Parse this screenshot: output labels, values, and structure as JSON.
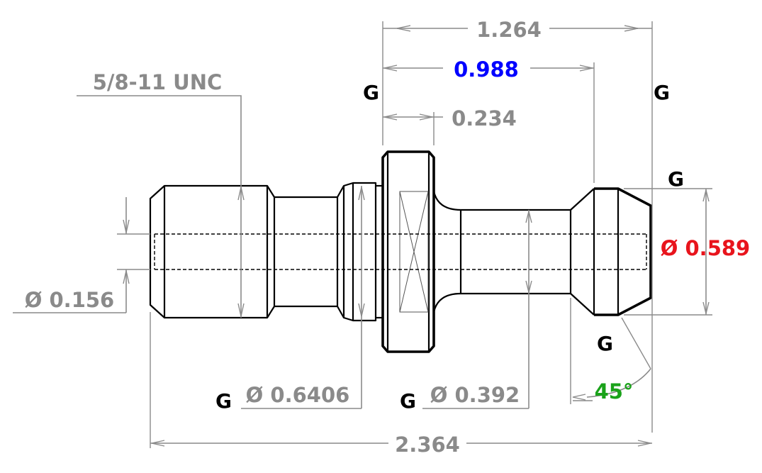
{
  "dimensions": {
    "overall_length": "2.364",
    "flange_to_end": "1.264",
    "flange_to_neck": "0.988",
    "flange_thickness": "0.234",
    "thread": "5/8-11 UNC",
    "bore_dia": "Ø 0.156",
    "collar_dia": "Ø 0.6406",
    "shank_dia": "Ø 0.392",
    "head_dia": "Ø 0.589",
    "chamfer_angle": "45°"
  },
  "grind_symbol": "G",
  "colors": {
    "dimension": "#8a8a8a",
    "highlight_blue": "#0000ff",
    "highlight_red": "#e8141c",
    "highlight_green": "#1aa21a",
    "part_outline": "#000000"
  }
}
